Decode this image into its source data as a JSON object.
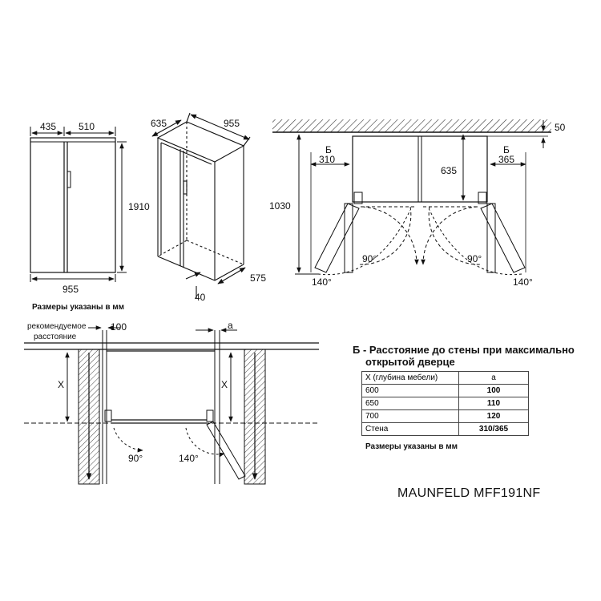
{
  "front_view": {
    "dim_left": "435",
    "dim_right": "510",
    "height": "1910",
    "width": "955"
  },
  "iso_view": {
    "depth": "635",
    "width": "955",
    "side": "575",
    "bottom": "40"
  },
  "top_view": {
    "wall_gap": "50",
    "left_label": "Б",
    "left_dim": "310",
    "right_label": "Б",
    "right_dim": "365",
    "depth": "635",
    "open_depth": "1030",
    "angle_left_inner": "90°",
    "angle_right_inner": "90°",
    "angle_left_outer": "140°",
    "angle_right_outer": "140°"
  },
  "note_top": "Размеры указаны в мм",
  "install": {
    "recommended_line1": "рекомендуемое",
    "recommended_line2": "расстояние",
    "gap": "100",
    "a_label": "a",
    "x_left": "X",
    "x_right": "X",
    "angle_90": "90°",
    "angle_140": "140°"
  },
  "b_title_line1": "Б - Расстояние до стены при максимально",
  "b_title_line2": "открытой дверце",
  "table": {
    "header": [
      "X (глубина мебели)",
      "a"
    ],
    "rows": [
      [
        "600",
        "100"
      ],
      [
        "650",
        "110"
      ],
      [
        "700",
        "120"
      ],
      [
        "Стена",
        "310/365"
      ]
    ]
  },
  "note_bottom": "Размеры указаны в мм",
  "model": "MAUNFELD MFF191NF"
}
